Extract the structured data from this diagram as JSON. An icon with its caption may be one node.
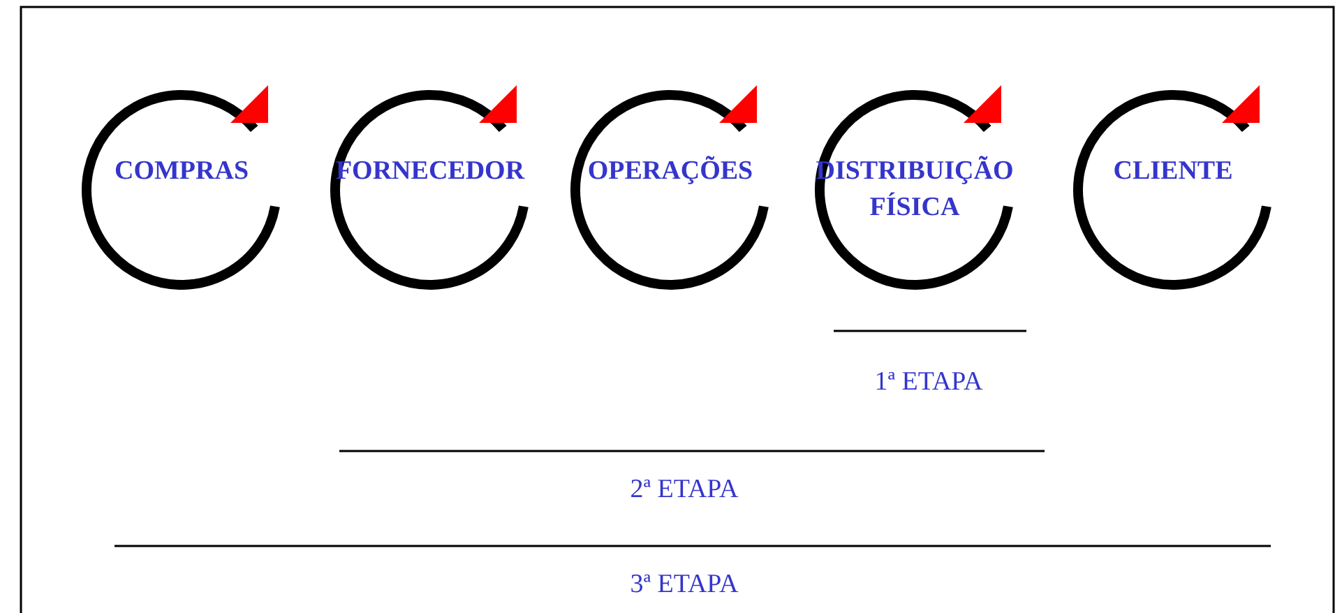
{
  "diagram": {
    "nodes": [
      {
        "text": [
          "COMPRAS"
        ]
      },
      {
        "text": [
          "FORNECEDOR"
        ]
      },
      {
        "text": [
          "OPERAÇÕES"
        ]
      },
      {
        "text": [
          "DISTRIBUIÇÃO FÍSICA"
        ]
      },
      {
        "text": [
          "CLIENTE"
        ]
      }
    ],
    "labels": [
      "1ª ETAPA",
      "2ª ETAPA",
      "3ª ETAPA"
    ]
  }
}
